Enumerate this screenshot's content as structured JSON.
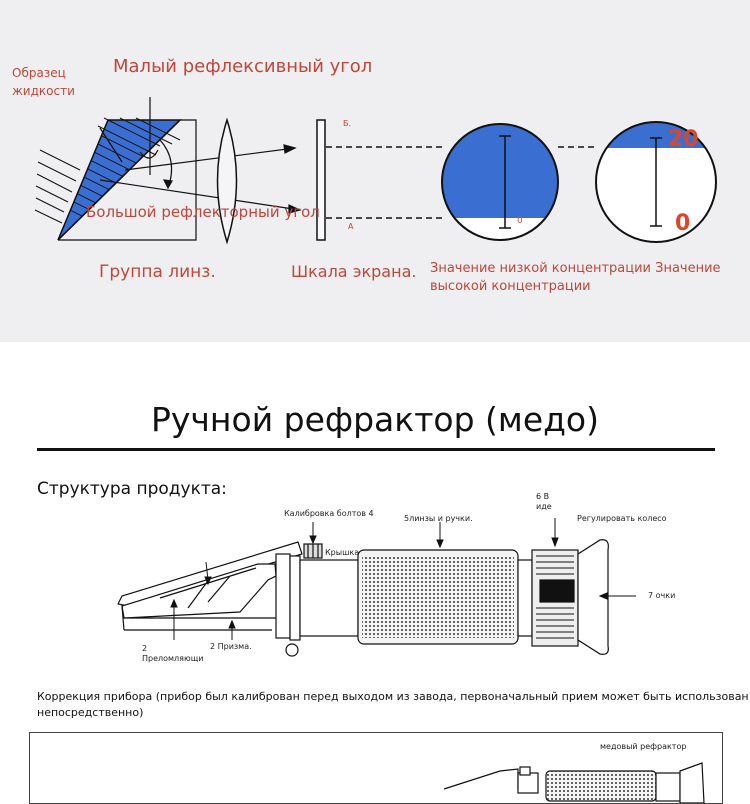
{
  "principle": {
    "label_sample": [
      "Образец",
      "жидкости"
    ],
    "label_small_angle": "Малый рефлексивный угол",
    "label_large_angle": "Большой рефлекторный угол",
    "label_lens_group": "Группа линз.",
    "label_screen_scale": "Шкала экрана.",
    "label_concentration": [
      "Значение низкой концентрации Значение",
      "высокой концентрации"
    ],
    "mark_b": "Б.",
    "mark_a": "А",
    "circle_low_top": "",
    "circle_low_bottom": "0",
    "circle_high_top": "20",
    "circle_high_bottom": "0",
    "colors": {
      "blue": "#3a6fd1",
      "red_text": "#c0473a",
      "number_red": "#d9472b"
    }
  },
  "product": {
    "title": "Ручной рефрактор (медо)",
    "structure_label": "Структура продукта:",
    "label_bolt": "Калибровка болтов 4",
    "label_cover": "Крышка",
    "label_lens_handle": "линзы и ручки.",
    "label_lens_handle_num": "5",
    "label_6_num": "6 В",
    "label_6_word": "иде",
    "label_wheel": "Регулировать колесо",
    "label_eyepiece": "7 очки",
    "label_refracting_num": "2",
    "label_refracting": "Преломляющи",
    "label_prism": "2 Призма.",
    "note": [
      "Коррекция прибора (прибор был калиброван перед выходом из завода, первоначальный прием может быть использован",
      "непосредственно)"
    ],
    "bottom_label": "медовый рефрактор"
  }
}
